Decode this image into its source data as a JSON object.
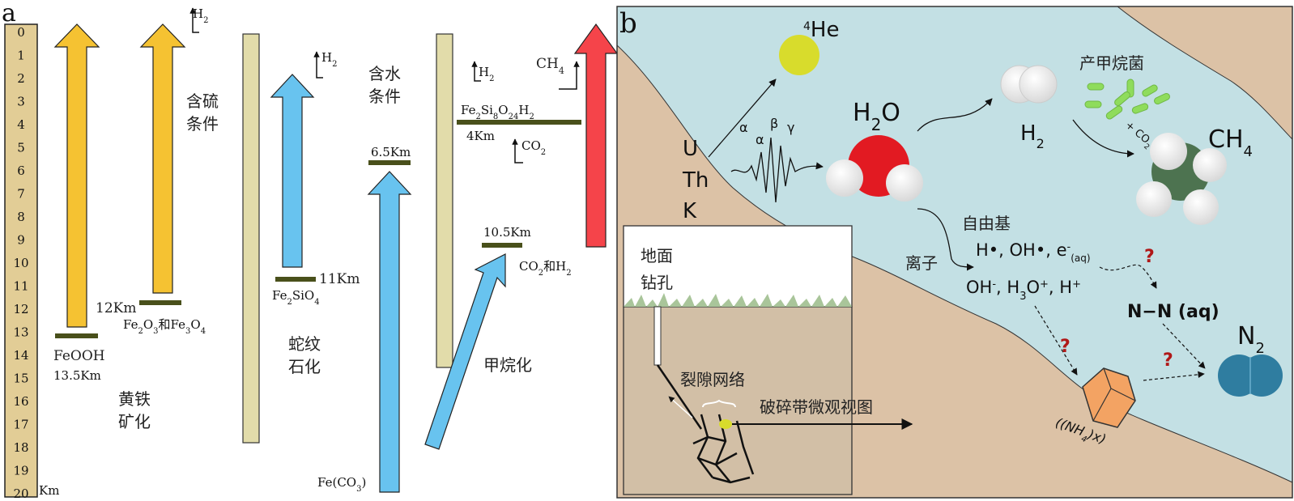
{
  "panel_a": {
    "panel_label": "a",
    "depth_ticks": [
      "0",
      "1",
      "2",
      "3",
      "4",
      "5",
      "6",
      "7",
      "8",
      "9",
      "10",
      "11",
      "12",
      "13",
      "14",
      "15",
      "16",
      "17",
      "18",
      "19",
      "20"
    ],
    "depth_unit": "Km",
    "pyrite": {
      "line1": "黄铁",
      "line2": "矿化",
      "feooh_label": "FeOOH",
      "feooh_depth": "13.5Km",
      "oxides_depth": "12Km",
      "oxides_label": "Fe2O3和Fe3O4",
      "sulfur_line1": "含硫",
      "sulfur_line2": "条件",
      "h2_label": "H2"
    },
    "serpentinization": {
      "line1": "蛇纹",
      "line2": "石化",
      "depth_label": "11Km",
      "mineral_label": "Fe2SiO4",
      "h2_label": "H2"
    },
    "methanation": {
      "line1": "甲烷化",
      "water_line1": "含水",
      "water_line2": "条件",
      "depth_65": "6.5Km",
      "depth_105": "10.5Km",
      "co2_h2_label": "CO2和H2",
      "fe_co3_label": "Fe(CO3)",
      "mineral2_label": "Fe2Si8O24H2",
      "depth_4": "4Km",
      "co2_label": "CO2",
      "h2_label": "H2",
      "ch4_label": "CH4"
    }
  },
  "panel_b": {
    "panel_label": "b",
    "he4": "4He",
    "source_u": "U",
    "source_th": "Th",
    "source_k": "K",
    "radiation": [
      "α",
      "α",
      "β",
      "γ"
    ],
    "h2o": "H2O",
    "h2": "H2",
    "methanogen": "产甲烷菌",
    "co2_label": "+ CO2",
    "ch4": "CH4",
    "radicals_title": "自由基",
    "radicals_list": "H•, OH•, e-(aq)",
    "ions_title": "离子",
    "ions_list": "OH-, H3O+, H+",
    "nn": "N−N (aq)",
    "n2": "N2",
    "question": "?",
    "ammonium": "((NH4)x)",
    "inset": {
      "ground_line1": "地面",
      "ground_line2": "钻孔",
      "fracture": "裂隙网络",
      "micro_view": "破碎带微观视图"
    },
    "colors": {
      "water": "#c3e0e4",
      "rock": "#dcc2a6",
      "h2o_red": "#e21a22",
      "he_yellow": "#d8dc2c",
      "ch4_green": "#4d7350",
      "n2_blue": "#2f7da0",
      "bacteria": "#8fdc5c"
    }
  },
  "colors": {
    "yellow_arrow": "#f5c232",
    "blue_arrow": "#68c3ef",
    "red_arrow": "#f5444a",
    "bar_fill": "#e2dcaa",
    "marker": "#49501b"
  }
}
